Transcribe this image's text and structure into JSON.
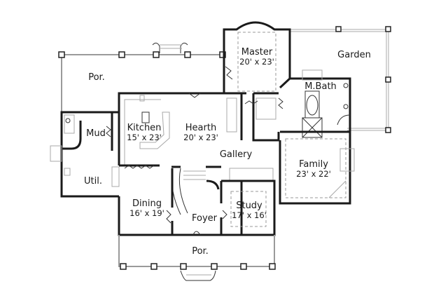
{
  "plan": {
    "rooms": [
      {
        "id": "master",
        "name": "Master",
        "dim": "20' x 23'"
      },
      {
        "id": "garden",
        "name": "Garden",
        "dim": ""
      },
      {
        "id": "mbath",
        "name": "M.Bath",
        "dim": ""
      },
      {
        "id": "porch-back",
        "name": "Por.",
        "dim": ""
      },
      {
        "id": "mud",
        "name": "Mud",
        "dim": ""
      },
      {
        "id": "kitchen",
        "name": "Kitchen",
        "dim": "15' x 23'"
      },
      {
        "id": "hearth",
        "name": "Hearth",
        "dim": "20' x 23'"
      },
      {
        "id": "gallery",
        "name": "Gallery",
        "dim": ""
      },
      {
        "id": "family",
        "name": "Family",
        "dim": "23' x 22'"
      },
      {
        "id": "util",
        "name": "Util.",
        "dim": ""
      },
      {
        "id": "dining",
        "name": "Dining",
        "dim": "16' x 19'"
      },
      {
        "id": "foyer",
        "name": "Foyer",
        "dim": ""
      },
      {
        "id": "study",
        "name": "Study",
        "dim": "17' x 16'"
      },
      {
        "id": "porch-front",
        "name": "Por.",
        "dim": ""
      }
    ]
  }
}
